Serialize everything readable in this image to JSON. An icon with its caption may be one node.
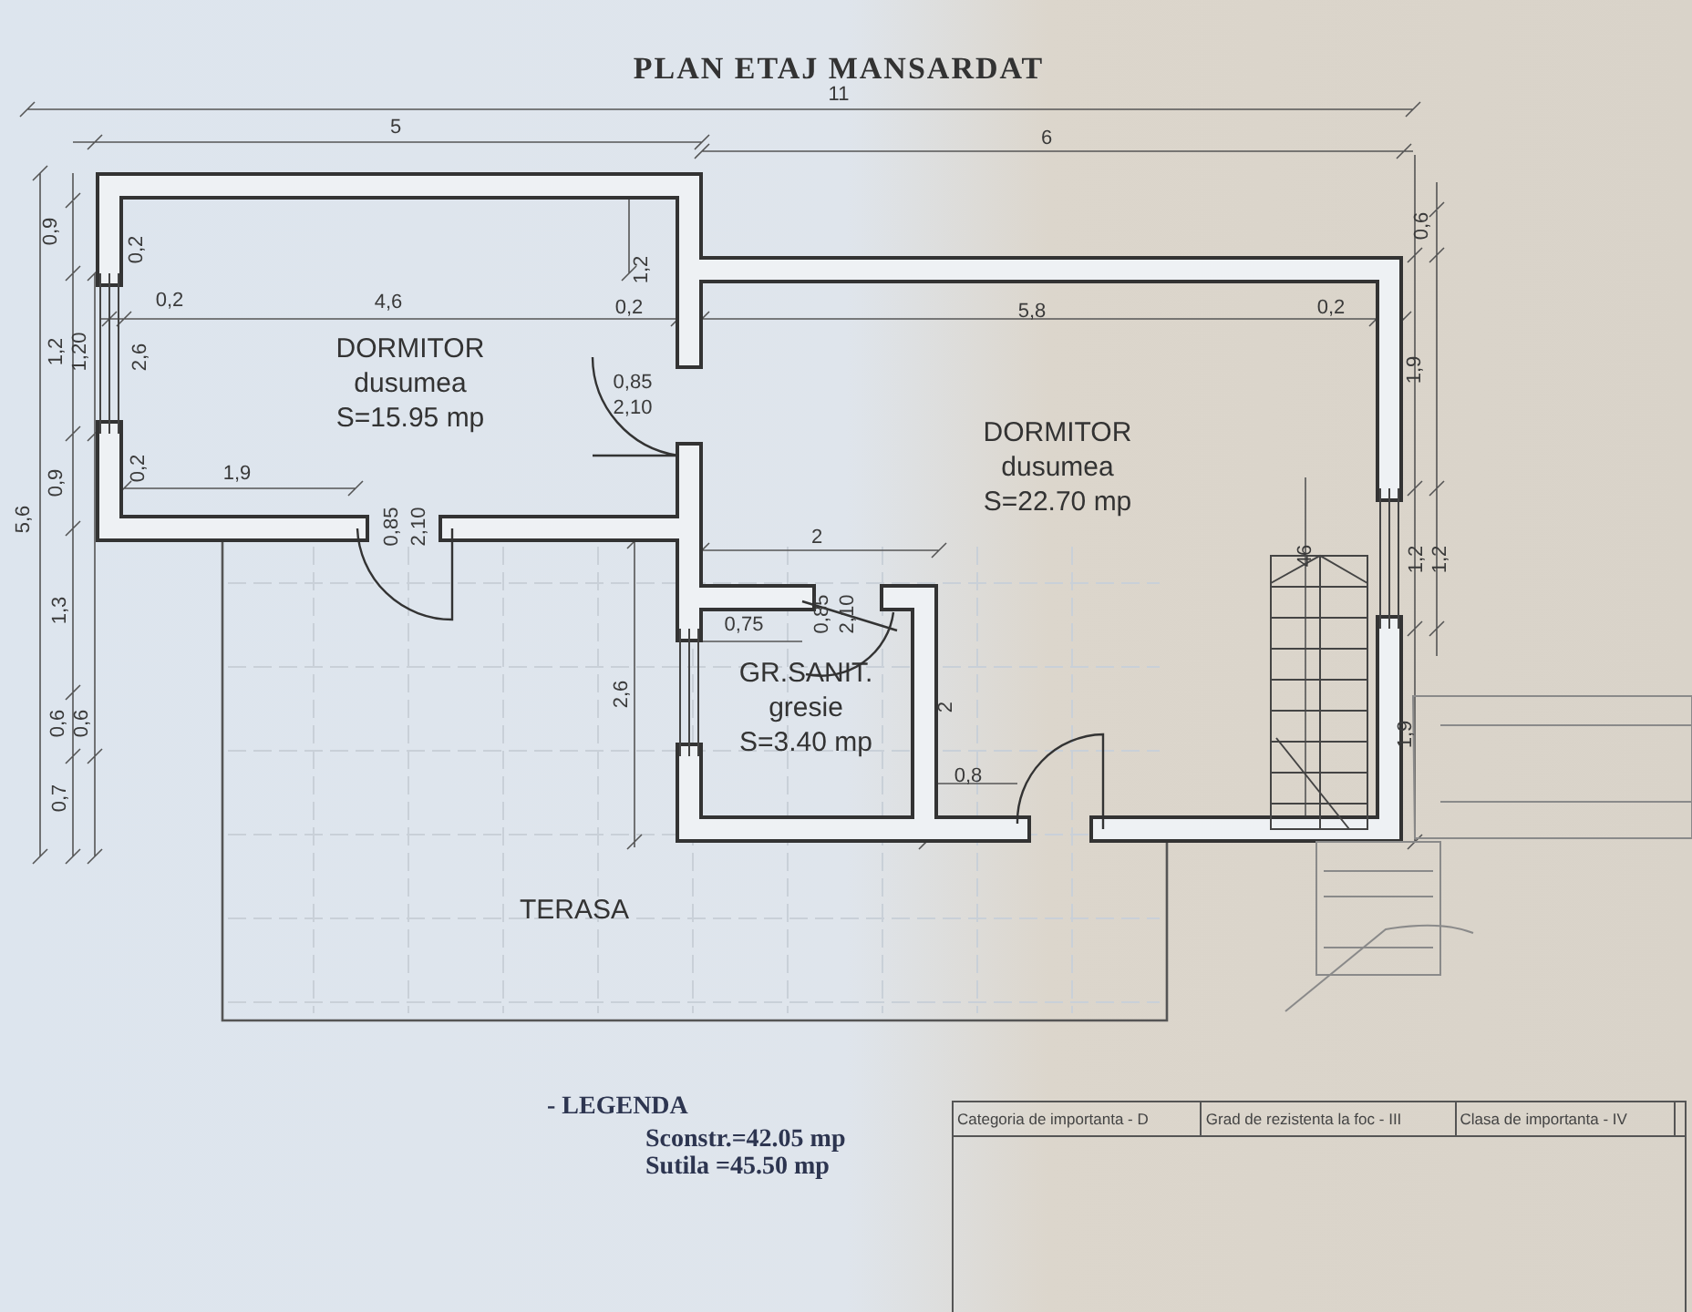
{
  "diagram": {
    "title": "PLAN ETAJ MANSARDAT",
    "nodes": [
      {
        "text": [
          "DORMITOR",
          "dusumea",
          "S=15.95 mp"
        ]
      },
      {
        "text": [
          "DORMITOR",
          "dusumea",
          "S=22.70 mp"
        ]
      },
      {
        "text": [
          "GR.SANIT.",
          "gresie",
          "S=3.40 mp"
        ]
      },
      {
        "text": [
          "TERASA"
        ]
      }
    ],
    "edges": [],
    "labels": [
      "11",
      "5",
      "6",
      "0,9",
      "0,2",
      "0,6",
      "1,2",
      "0,2",
      "4,6",
      "0,2",
      "5,8",
      "0,2",
      "1,2",
      "1,20",
      "2,6",
      "0,85",
      "2,10",
      "1,9",
      "5,6",
      "0,9",
      "0,2",
      "1,9",
      "0,85",
      "2,10",
      "2",
      "1,3",
      "46",
      "1,2",
      "1,2",
      "0,85",
      "2,10",
      "0,75",
      "2,6",
      "2",
      "0,6",
      "0,6",
      "1,9",
      "0,8",
      "0,7",
      "- LEGENDA",
      "Sconstr.=42.05 mp",
      "Sutila =45.50 mp",
      "Categoria de importanta - D",
      "Grad de rezistenta la foc - III",
      "Clasa de importanta - IV"
    ]
  }
}
